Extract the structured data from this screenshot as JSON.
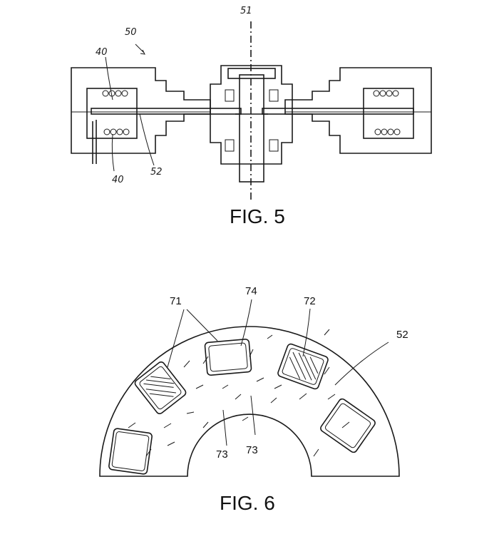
{
  "fig5": {
    "caption": "FIG. 5",
    "labels": {
      "ref_50": "50",
      "ref_51": "51",
      "ref_40_top": "40",
      "ref_40_bottom": "40",
      "ref_52": "52"
    }
  },
  "fig6": {
    "caption": "FIG. 6",
    "labels": {
      "ref_71": "71",
      "ref_74": "74",
      "ref_72": "72",
      "ref_52": "52",
      "ref_73_left": "73",
      "ref_73_right": "73"
    }
  },
  "colors": {
    "ink": "#1a1a1a",
    "paper": "#ffffff"
  }
}
